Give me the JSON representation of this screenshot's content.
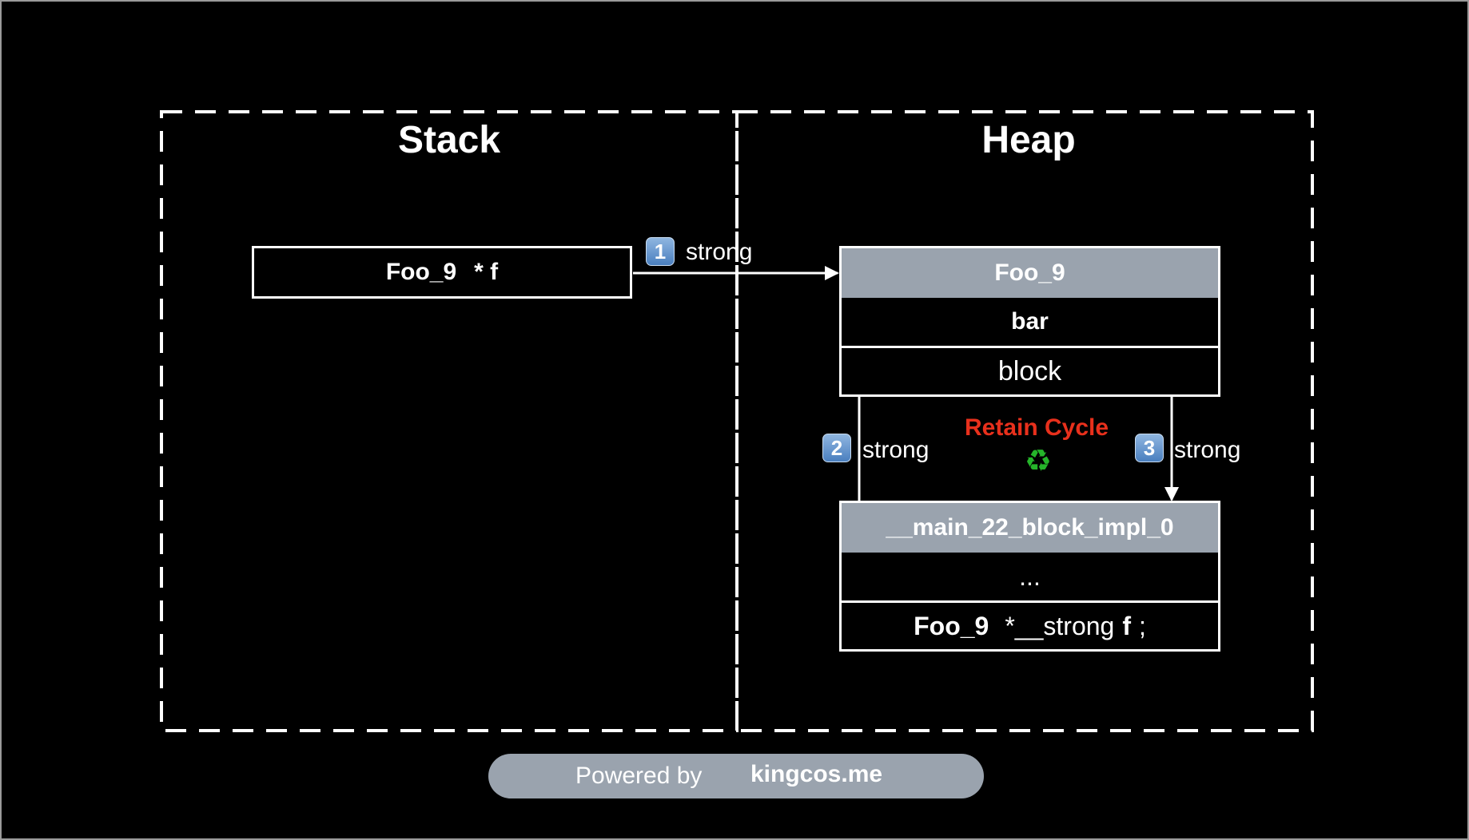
{
  "regions": {
    "stack_title": "Stack",
    "heap_title": "Heap"
  },
  "stack_var": {
    "type": "Foo_9",
    "name": "* f"
  },
  "foo_object": {
    "header": "Foo_9",
    "field_bar": "bar",
    "field_block": "block"
  },
  "block_impl": {
    "header": "__main_22_block_impl_0",
    "ellipsis": "...",
    "captured_type": "Foo_9",
    "captured_qualifier": "*__strong",
    "captured_name": "f",
    "captured_end": ";"
  },
  "edges": [
    {
      "badge": "1",
      "label": "strong"
    },
    {
      "badge": "2",
      "label": "strong"
    },
    {
      "badge": "3",
      "label": "strong"
    }
  ],
  "cycle": {
    "label": "Retain Cycle",
    "icon": "recycle-icon"
  },
  "footer": {
    "powered_by": "Powered by",
    "site": "kingcos.me"
  },
  "colors": {
    "background": "#000000",
    "header_gray": "#9aa3ae",
    "retain_red": "#e8301c",
    "recycle_green": "#25b52a",
    "badge_blue": "#4a7fbf"
  }
}
